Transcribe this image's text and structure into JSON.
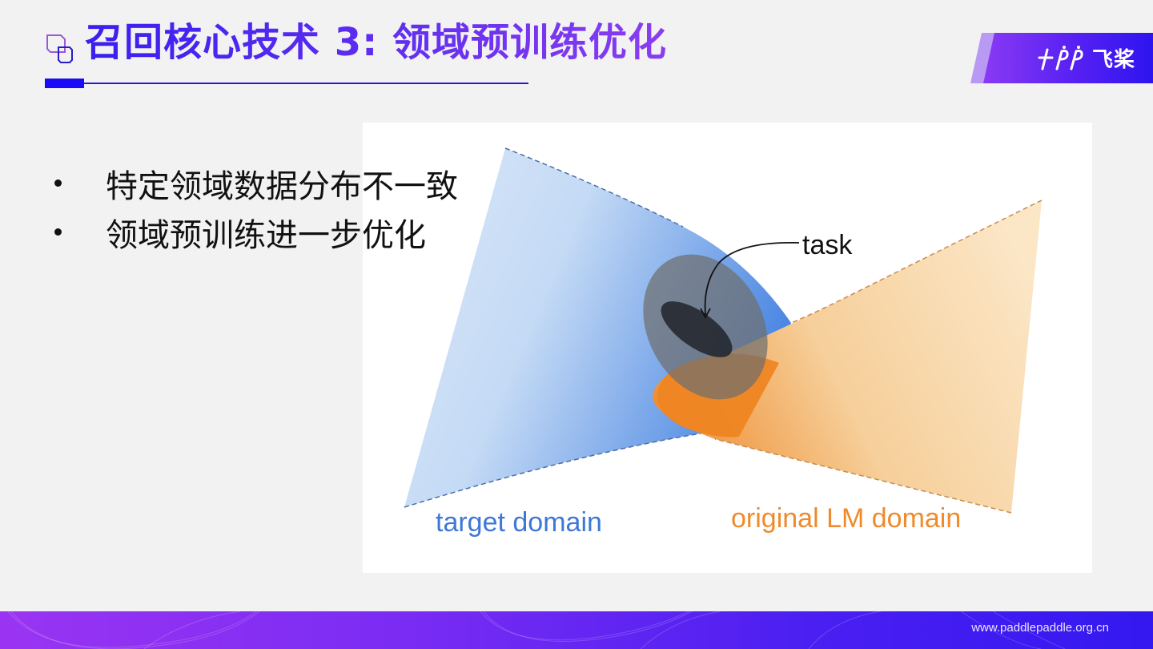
{
  "slide": {
    "title": "召回核心技术 3: 领域预训练优化",
    "title_icon": "overlapping-squares-icon",
    "logo": {
      "mark": "ꟼP",
      "text": "飞桨",
      "icon": "paddlepaddle-logo-icon"
    },
    "bullets": [
      {
        "text": "特定领域数据分布不一致"
      },
      {
        "text": "领域预训练进一步优化"
      }
    ],
    "figure": {
      "labels": {
        "task": "task",
        "target_domain": "target domain",
        "original_domain": "original LM domain"
      },
      "colors": {
        "target_blue": "#3d78d6",
        "original_orange": "#ef8b2c",
        "task_gray": "#6b6b6b",
        "task_core": "#2b2b2b"
      }
    },
    "footer": {
      "url": "www.paddlepaddle.org.cn"
    },
    "colors": {
      "title_gradient_start": "#3a1ff0",
      "title_gradient_end": "#8a3df0",
      "underline": "#1a0af5",
      "background": "#f2f2f2"
    }
  }
}
